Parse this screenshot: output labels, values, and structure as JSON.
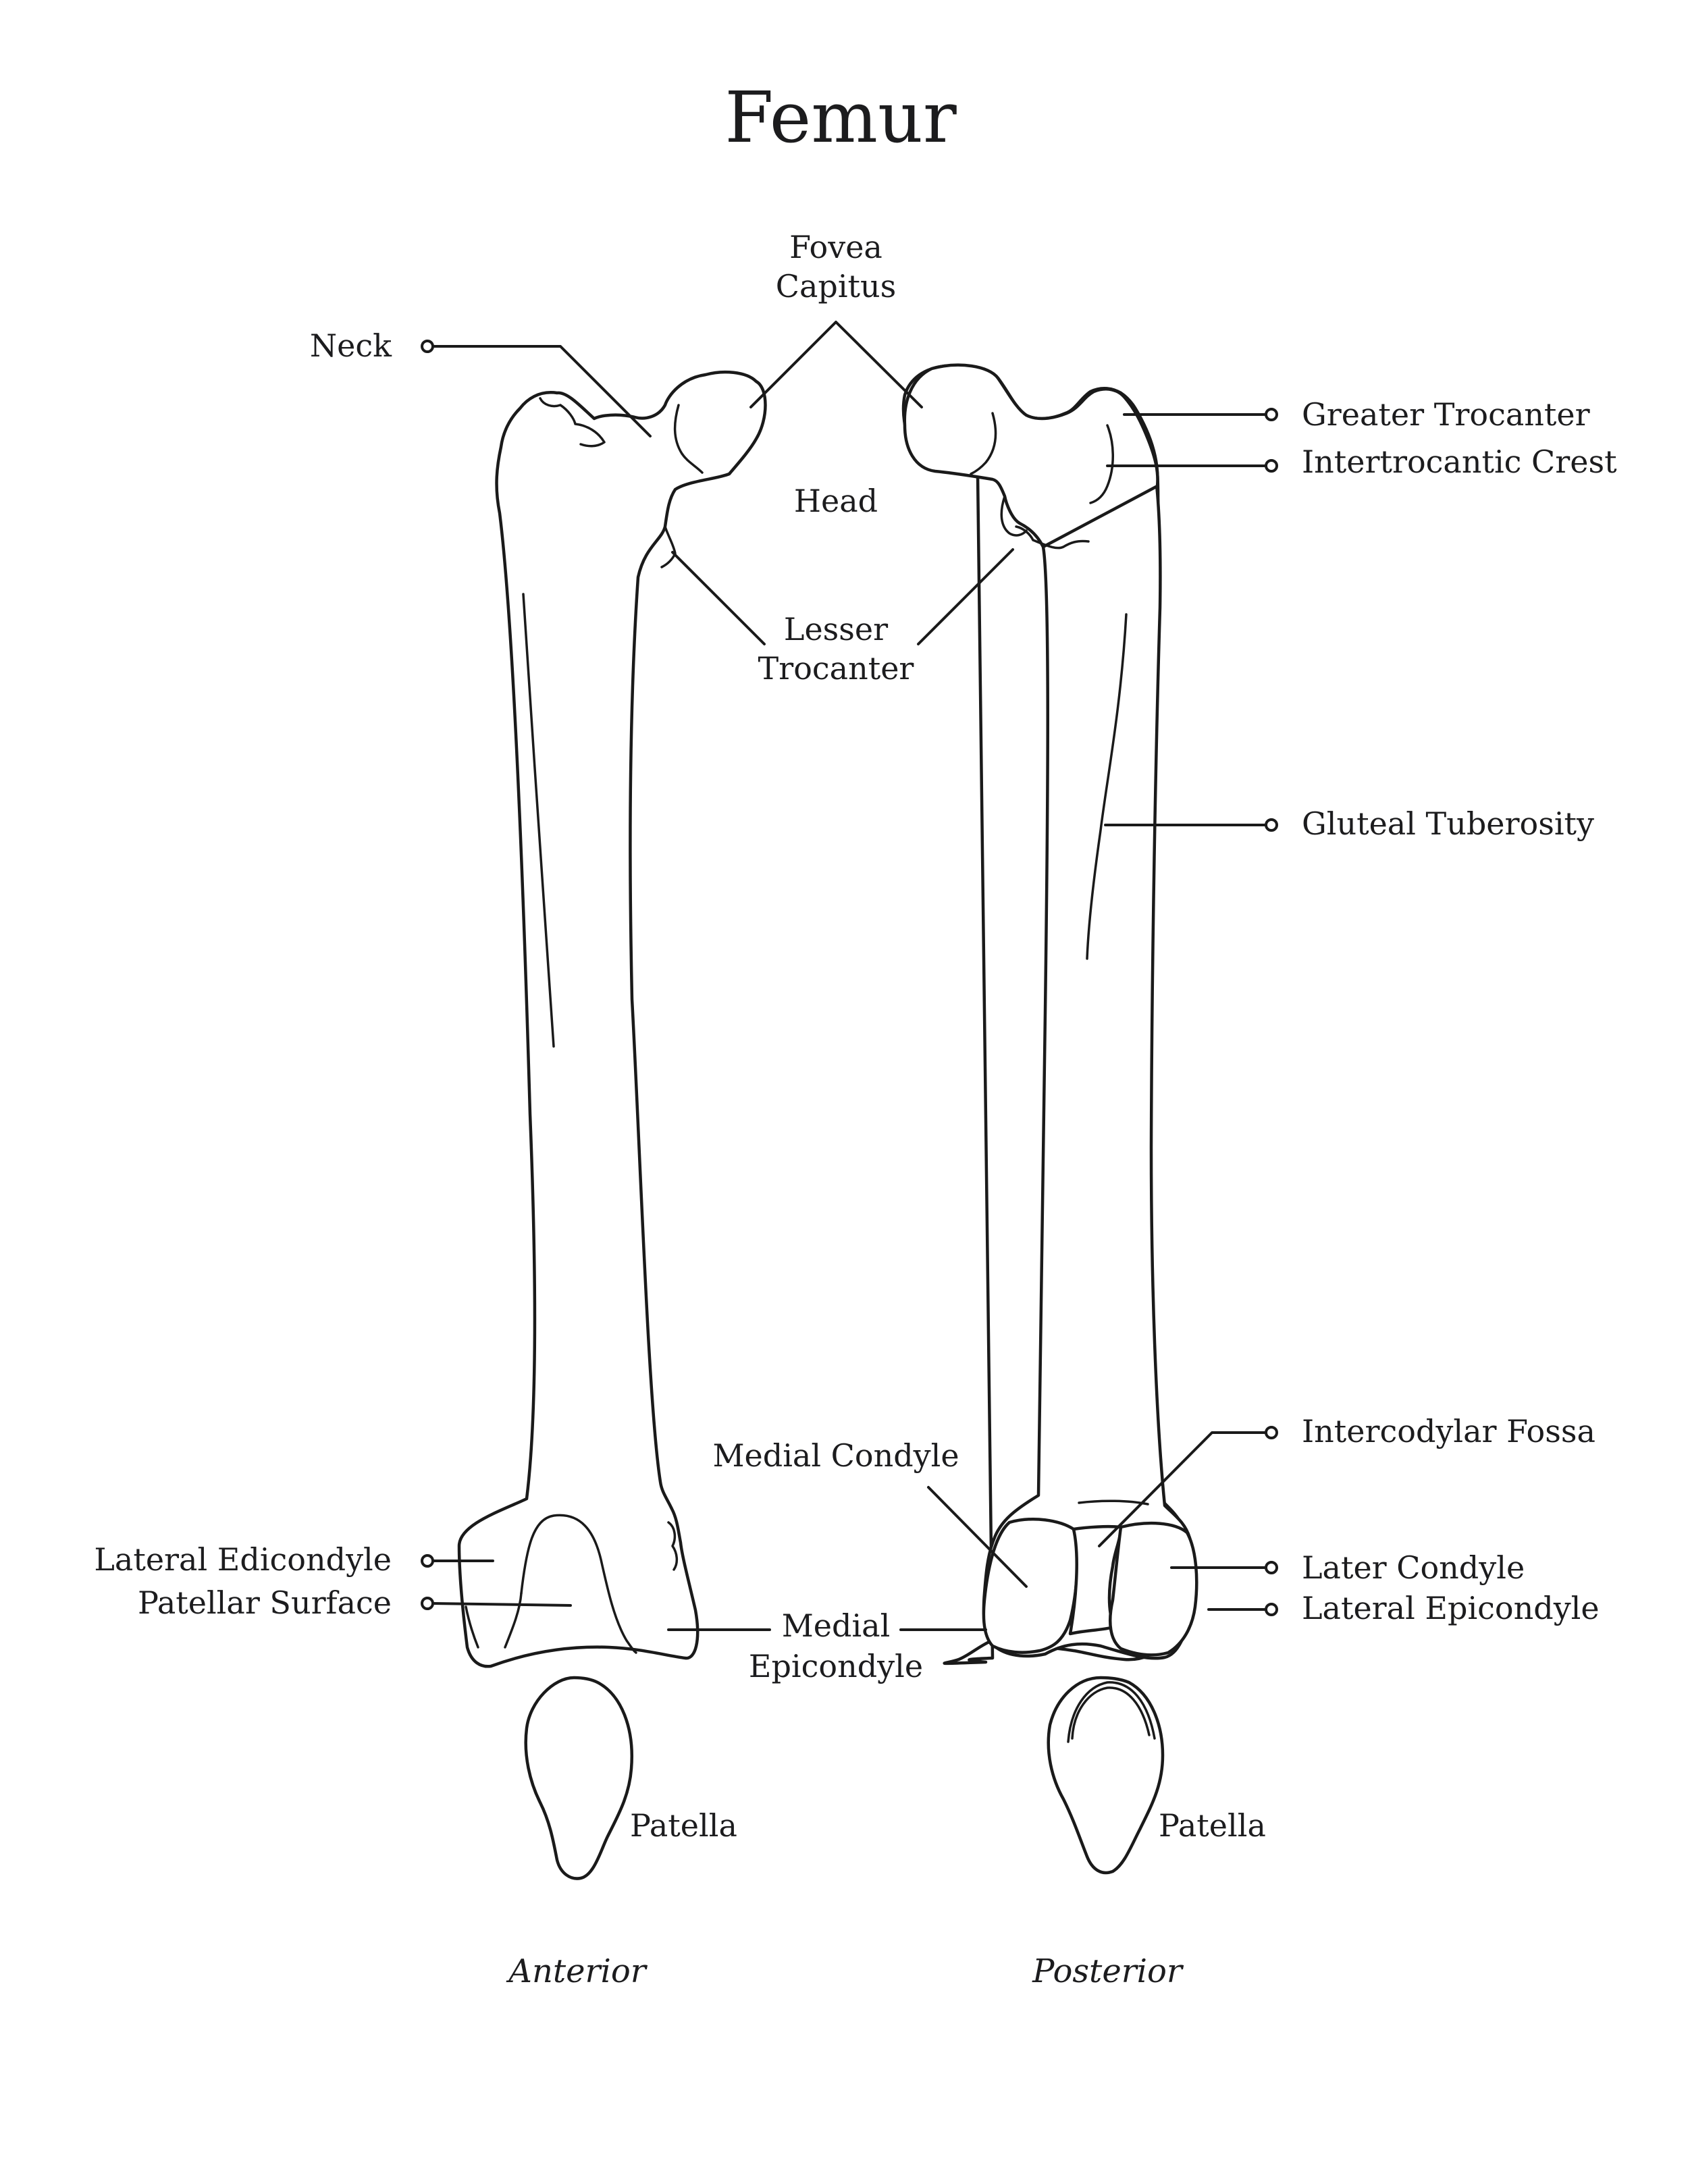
{
  "title": "Femur",
  "views": {
    "anterior": "Anterior",
    "posterior": "Posterior"
  },
  "labels": {
    "fovea_capitus": [
      "Fovea",
      "Capitus"
    ],
    "head": "Head",
    "neck": "Neck",
    "lesser_trocanter": [
      "Lesser",
      "Trocanter"
    ],
    "greater_trocanter": "Greater Trocanter",
    "intertrocantic_crest": "Intertrocantic Crest",
    "gluteal_tuberosity": "Gluteal Tuberosity",
    "medial_condyle": "Medial Condyle",
    "intercodylar_fossa": "Intercodylar Fossa",
    "lateral_edicondyle": "Lateral Edicondyle",
    "patellar_surface": "Patellar Surface",
    "medial_epicondyle": [
      "Medial",
      "Epicondyle"
    ],
    "later_condyle": "Later Condyle",
    "lateral_epicondyle": "Lateral Epicondyle",
    "patella_anterior": "Patella",
    "patella_posterior": "Patella"
  },
  "colors": {
    "ink": "#1a1a1a",
    "text": "#1c1c1e",
    "background": "#ffffff"
  }
}
